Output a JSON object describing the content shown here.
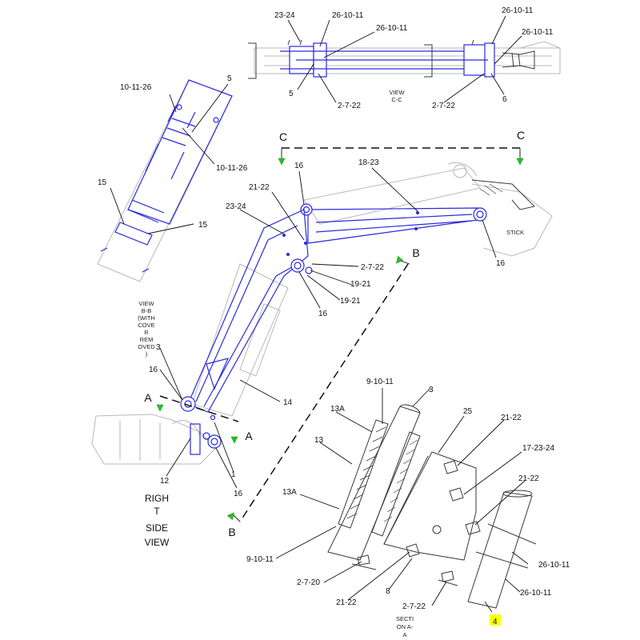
{
  "view_c": {
    "title_line1": "VIEW",
    "title_line2": "C-C"
  },
  "view_b": {
    "lines": [
      "VIEW",
      "B-B",
      "(WITH",
      "COVE",
      "R",
      "REM",
      "OVED",
      ")"
    ]
  },
  "right_side_view": {
    "lines": [
      "RIGH",
      "T",
      "SIDE",
      "VIEW"
    ]
  },
  "section_a": {
    "lines": [
      "SECTI",
      "ON A-",
      "A"
    ]
  },
  "stick_label": "STICK",
  "section_letters": {
    "c_left": "C",
    "c_right": "C",
    "b_top": "B",
    "b_bottom": "B",
    "a_left": "A",
    "a_right": "A"
  },
  "callouts": [
    "23-24",
    "26-10-11",
    "26-10-11",
    "26-10-11",
    "26-10-11",
    "5",
    "2-7-22",
    "2-7-22",
    "6",
    "10-11-26",
    "5",
    "10-11-26",
    "15",
    "15",
    "16",
    "18-23",
    "21-22",
    "23-24",
    "2-7-22",
    "19-21",
    "19-21",
    "16",
    "16",
    "3",
    "16",
    "14",
    "12",
    "1",
    "16",
    "9-10-11",
    "3",
    "13A",
    "13",
    "25",
    "21-22",
    "17-23-24",
    "13A",
    "21-22",
    "9-10-11",
    "2-7-20",
    "21-22",
    "8",
    "26-10-11",
    "26-10-11",
    "2-7-22",
    "4"
  ],
  "colors": {
    "part_outline": "#2a2ae0",
    "ghost_outline": "#b9b9b9",
    "section_arrow": "#22c322",
    "highlight": "#ffff00"
  }
}
